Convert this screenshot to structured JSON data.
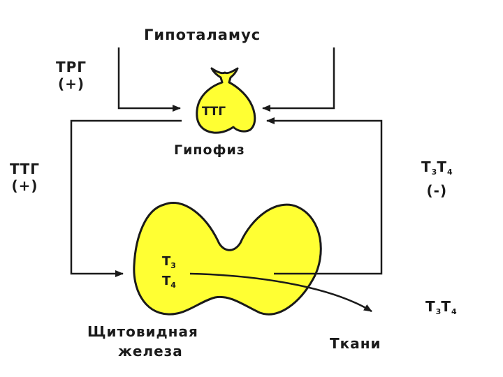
{
  "hypothalamus": "Гипоталамус",
  "trh": {
    "name": "ТРГ",
    "effect": "(+)"
  },
  "pituitary": {
    "label": "Гипофиз",
    "hormone": "ТТГ"
  },
  "tsh": {
    "name": "ТТГ",
    "effect": "(+)"
  },
  "feedback": {
    "label": "Т",
    "sub3": "3",
    "mid": "Т",
    "sub4": "4",
    "effect": "(-)"
  },
  "thyroid": {
    "line1": "Щитовидная",
    "line2": "железа",
    "t3": {
      "letter": "Т",
      "sub": "3"
    },
    "t4": {
      "letter": "Т",
      "sub": "4"
    }
  },
  "release": {
    "label": "Т",
    "sub3": "3",
    "mid": "Т",
    "sub4": "4"
  },
  "tissues": "Ткани",
  "colors": {
    "gland": "#ffff33",
    "line": "#1a1a1a",
    "background": "#ffffff"
  }
}
